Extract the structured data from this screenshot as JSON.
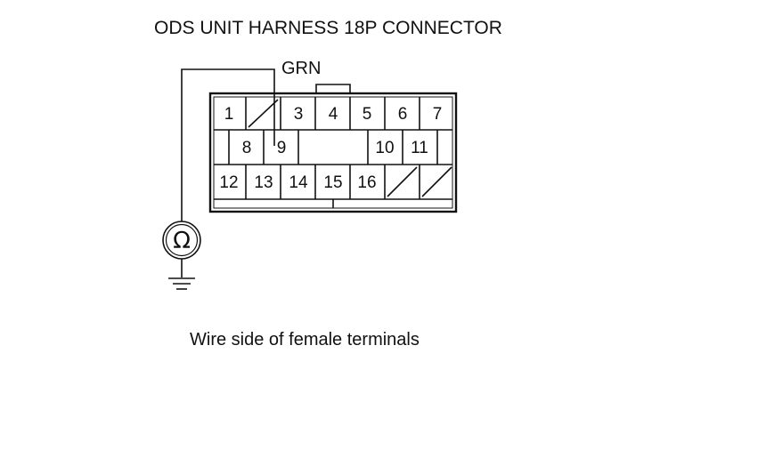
{
  "diagram": {
    "title": "ODS UNIT HARNESS 18P CONNECTOR",
    "wire_label": "GRN",
    "caption": "Wire side of female terminals",
    "meter_symbol": "Ω",
    "meter_icon": "ohmmeter-icon",
    "ground_icon": "ground-icon",
    "connector": {
      "row1": [
        "1",
        "",
        "3",
        "4",
        "5",
        "6",
        "7"
      ],
      "row2": [
        "8",
        "9",
        "10",
        "11"
      ],
      "row3": [
        "12",
        "13",
        "14",
        "15",
        "16",
        "",
        ""
      ]
    },
    "probed_terminal": "9"
  }
}
